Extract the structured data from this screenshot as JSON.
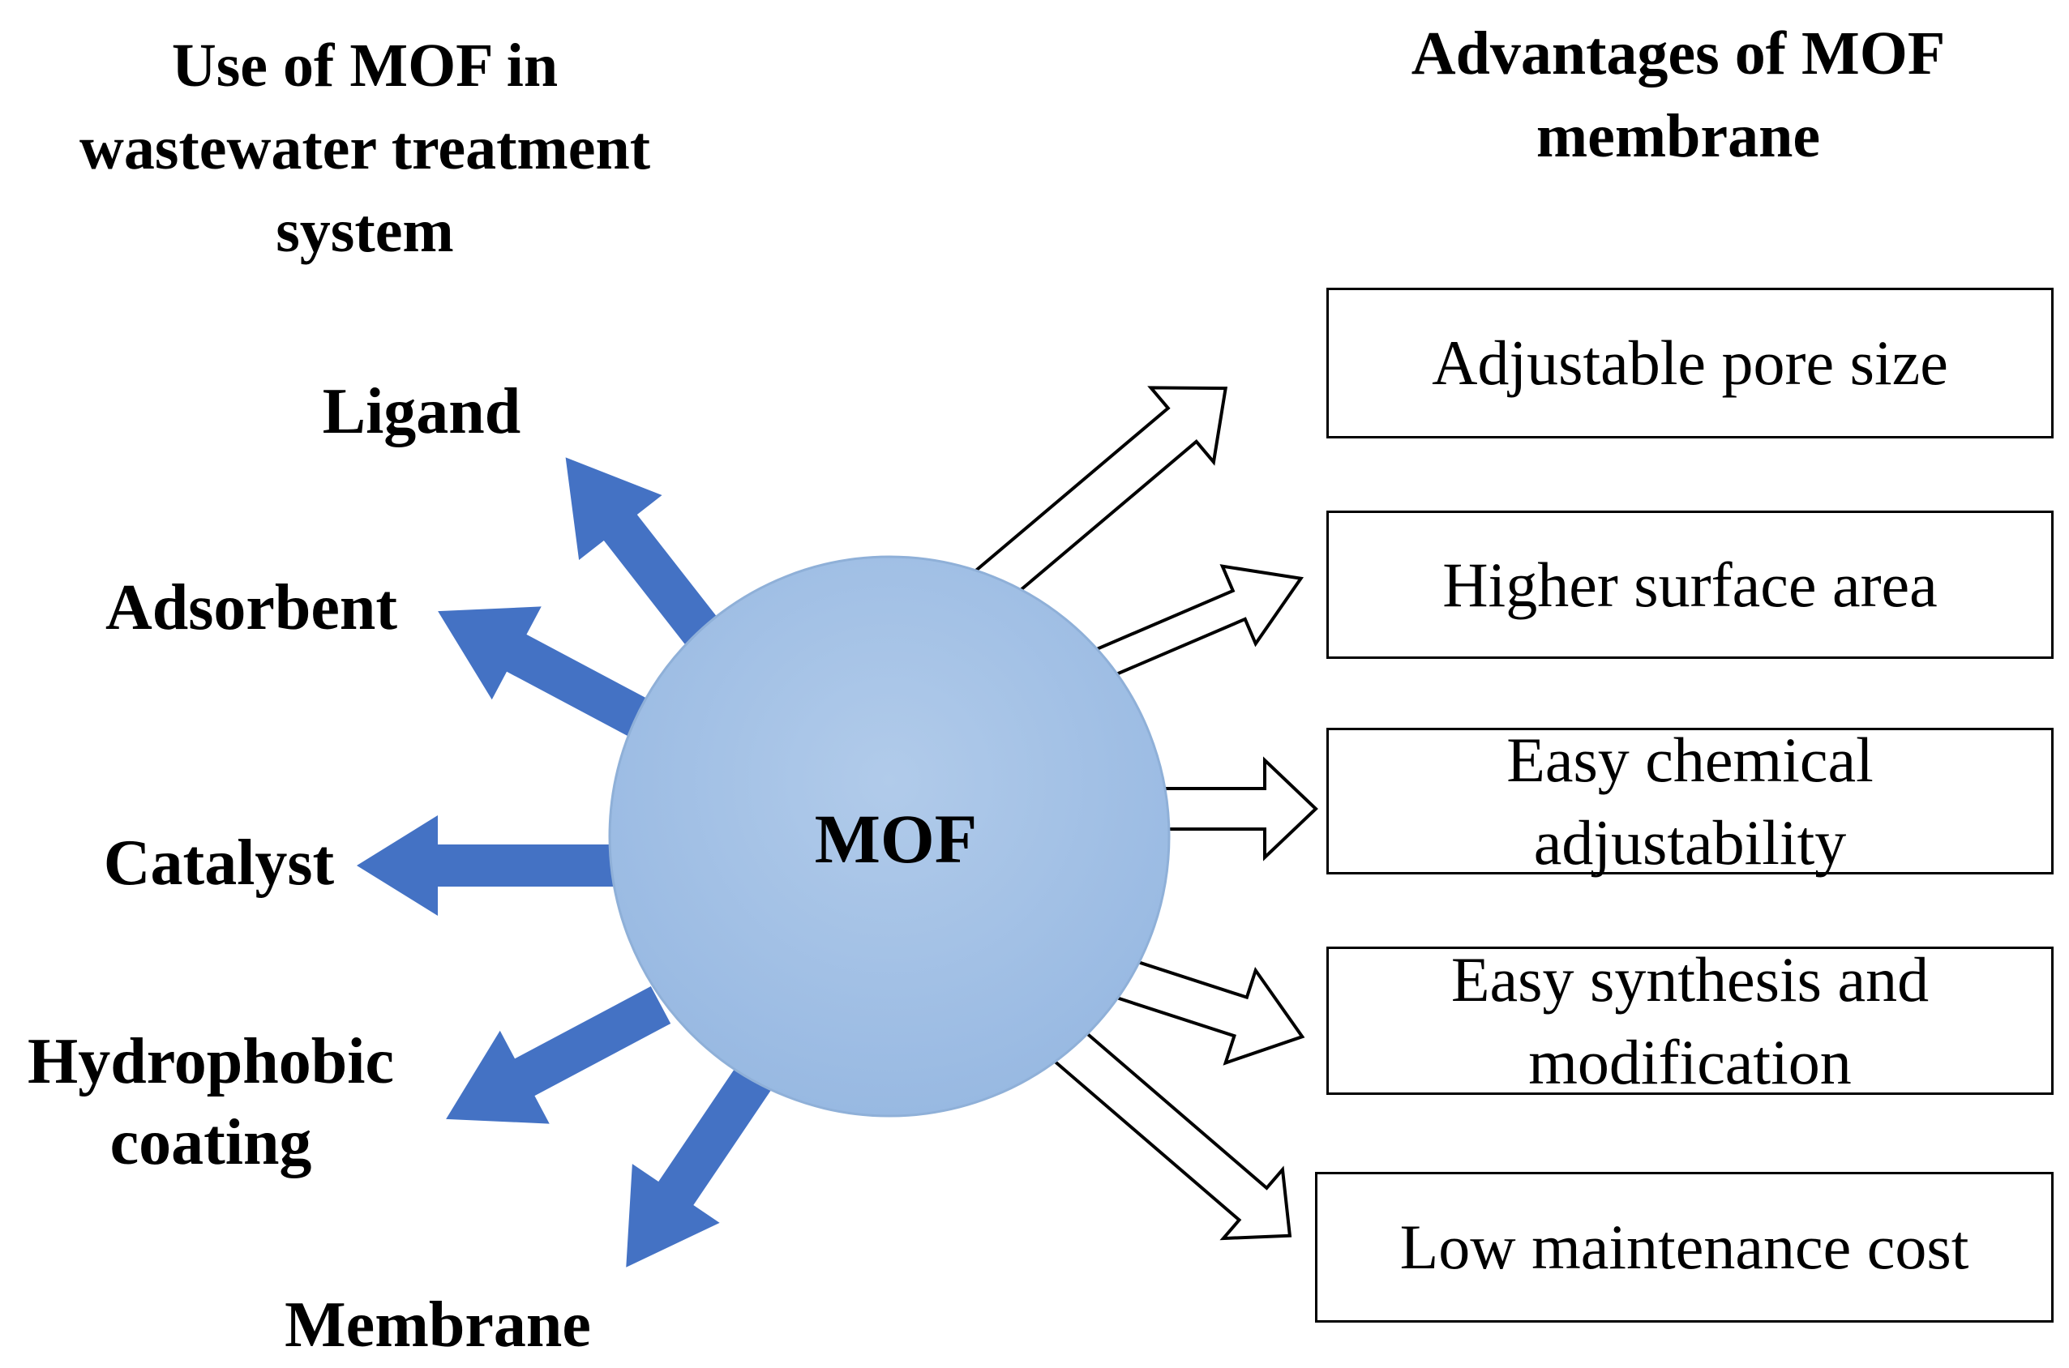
{
  "left_heading": {
    "lines": [
      "Use of MOF in",
      "wastewater treatment",
      "system"
    ]
  },
  "right_heading": {
    "lines": [
      "Advantages of MOF",
      "membrane"
    ]
  },
  "center": {
    "label": "MOF",
    "fill_color": "#a4c2e6",
    "border_color": "#8fb0d8"
  },
  "uses": {
    "arrow_color": "#4472c4",
    "ligand": "Ligand",
    "adsorbent": "Adsorbent",
    "catalyst": "Catalyst",
    "hydrophobic": [
      "Hydrophobic",
      "coating"
    ],
    "membrane": "Membrane"
  },
  "advantages": {
    "pore": [
      "Adjustable pore size"
    ],
    "surface": [
      "Higher surface area"
    ],
    "chemical": [
      "Easy chemical",
      "adjustability"
    ],
    "synthesis": [
      "Easy synthesis and",
      "modification"
    ],
    "cost": [
      "Low maintenance cost"
    ]
  }
}
